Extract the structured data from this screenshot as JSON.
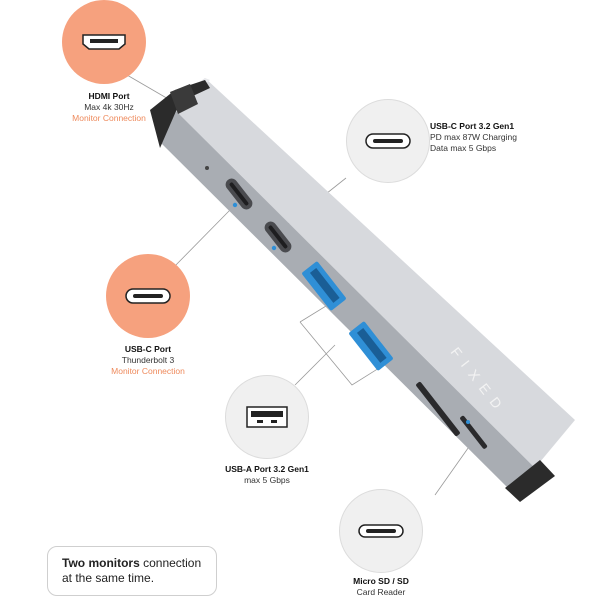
{
  "callouts": {
    "hdmi": {
      "title": "HDMI Port",
      "spec": "Max 4k 30Hz",
      "accent": "Monitor Connection"
    },
    "usbc_gen1": {
      "title": "USB-C Port 3.2 Gen1",
      "spec1": "PD max 87W Charging",
      "spec2": "Data max 5 Gbps"
    },
    "usbc_tb": {
      "title": "USB-C Port",
      "spec": "Thunderbolt 3",
      "accent": "Monitor Connection"
    },
    "usba": {
      "title": "USB-A Port 3.2 Gen1",
      "spec": "max 5 Gbps"
    },
    "sd": {
      "title": "Micro SD / SD",
      "spec": "Card Reader"
    }
  },
  "note": {
    "bold": "Two monitors",
    "rest1": " connection",
    "line2": "at the same time."
  },
  "brand": "FIXED",
  "colors": {
    "accent": "#f6a17e",
    "accent_text": "#ee8a5c",
    "body": "#c9ccd1",
    "port_highlight": "#2f8fd6"
  }
}
